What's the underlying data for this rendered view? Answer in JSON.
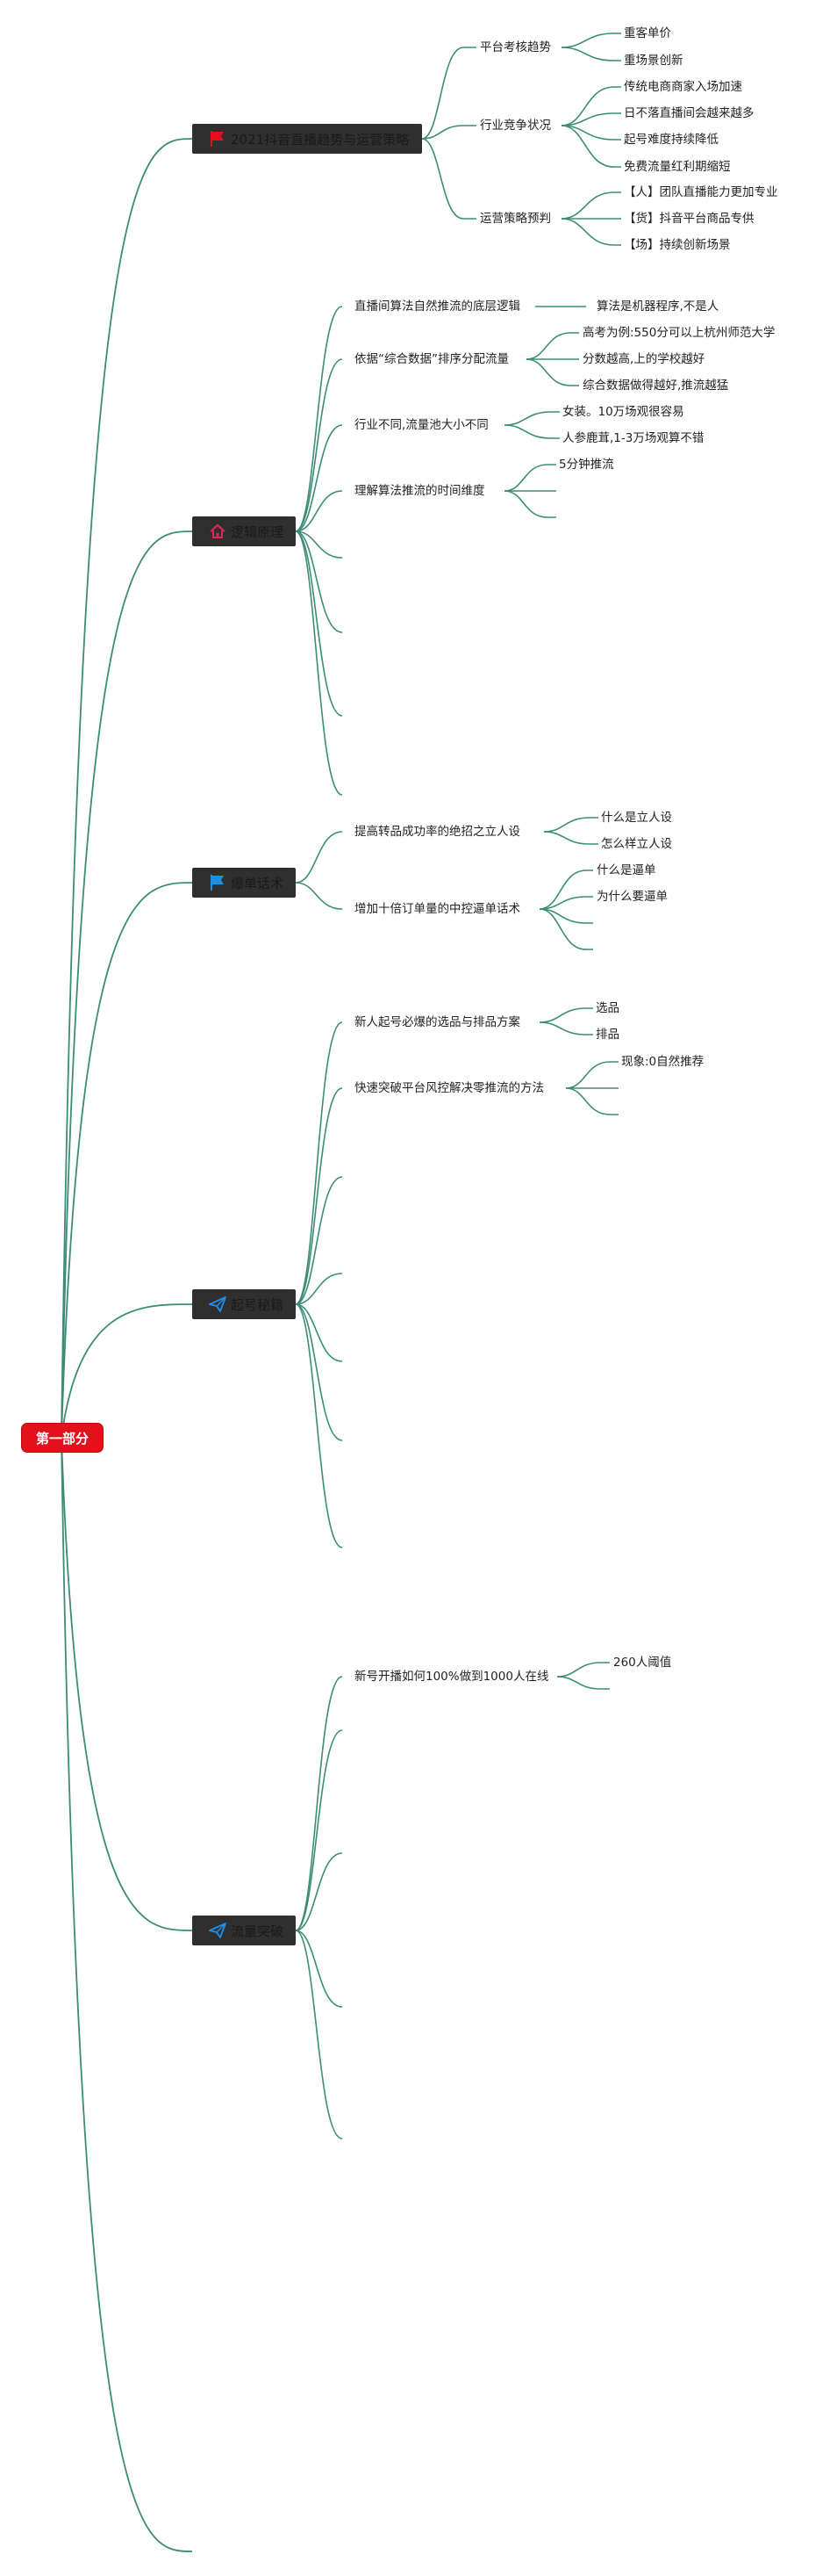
{
  "root": {
    "label": "第一部分"
  },
  "colors": {
    "line": "#3d8c76",
    "root": "#e3111b",
    "branch": "#2f2f2f"
  },
  "branches": [
    {
      "label": "2021抖音直播趋势与运营策略",
      "icon": "red-flag-icon",
      "topics": [
        {
          "label": "平台考核趋势",
          "leaves": [
            "重客单价",
            "重场景创新"
          ]
        },
        {
          "label": "行业竞争状况",
          "leaves": [
            "传统电商商家入场加速",
            "日不落直播间会越来越多",
            "起号难度持续降低",
            "免费流量红利期缩短"
          ]
        },
        {
          "label": "运营策略预判",
          "leaves": [
            "【人】团队直播能力更加专业",
            "【货】抖音平台商品专供",
            "【场】持续创新场景"
          ]
        }
      ]
    },
    {
      "label": "逻辑原理",
      "icon": "home-icon",
      "topics": [
        {
          "label": "直播间算法自然推流的底层逻辑",
          "leaves": [
            "算法是机器程序,不是人"
          ]
        },
        {
          "label": "依据“综合数据”排序分配流量",
          "leaves": [
            "高考为例:550分可以上杭州师范大学",
            "分数越高,上的学校越好",
            "综合数据做得越好,推流越猛"
          ]
        },
        {
          "label": "行业不同,流量池大小不同",
          "leaves": [
            "女装。10万场观很容易",
            "人参鹿茸,1-3万场观算不错"
          ]
        },
        {
          "label": "理解算法推流的时间维度",
          "leaves": [
            "5分钟推流",
            "",
            ""
          ]
        },
        {
          "label": "",
          "leaves": []
        },
        {
          "label": "",
          "leaves": []
        },
        {
          "label": "",
          "leaves": []
        },
        {
          "label": "",
          "leaves": []
        }
      ]
    },
    {
      "label": "爆单话术",
      "icon": "blue-flag-icon",
      "topics": [
        {
          "label": "提高转品成功率的绝招之立人设",
          "leaves": [
            "什么是立人设",
            "怎么样立人设"
          ]
        },
        {
          "label": "增加十倍订单量的中控逼单话术",
          "leaves": [
            "什么是逼单",
            "为什么要逼单",
            "",
            ""
          ]
        }
      ]
    },
    {
      "label": "起号秘籍",
      "icon": "paper-plane-icon",
      "topics": [
        {
          "label": "新人起号必爆的选品与排品方案",
          "leaves": [
            "选品",
            "排品"
          ]
        },
        {
          "label": "快速突破平台风控解决零推流的方法",
          "leaves": [
            "现象:0自然推荐",
            "",
            ""
          ]
        },
        {
          "label": "",
          "leaves": []
        },
        {
          "label": "",
          "leaves": []
        },
        {
          "label": "",
          "leaves": []
        },
        {
          "label": "",
          "leaves": []
        },
        {
          "label": "",
          "leaves": []
        }
      ]
    },
    {
      "label": "流量突破",
      "icon": "paper-plane-icon",
      "topics": [
        {
          "label": "新号开播如何100%做到1000人在线",
          "leaves": [
            "260人阈值",
            ""
          ]
        },
        {
          "label": "",
          "leaves": []
        },
        {
          "label": "",
          "leaves": []
        },
        {
          "label": "",
          "leaves": []
        },
        {
          "label": "",
          "leaves": []
        }
      ]
    }
  ]
}
